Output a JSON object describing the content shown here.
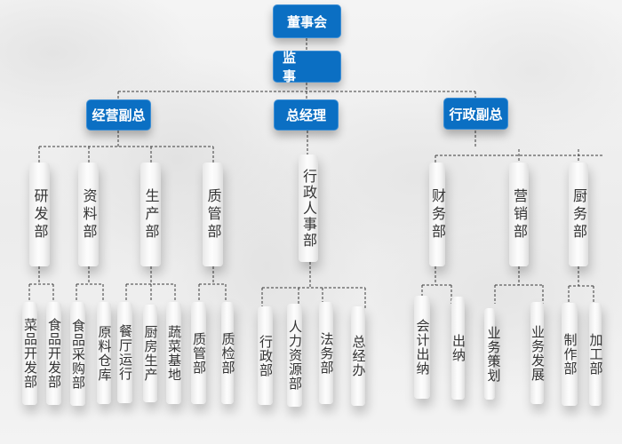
{
  "colors": {
    "accent_blue": "#0b6fc3",
    "node_text_dark": "#333333",
    "connector": "#333333",
    "background": "#eeeeee"
  },
  "chart": {
    "title": "",
    "level1": {
      "board": "董事会",
      "supervisor": "监 事"
    },
    "level2": {
      "left": "经营副总",
      "center": "总经理",
      "right": "行政副总"
    },
    "level3": {
      "left": [
        "研发部",
        "资料部",
        "生产部",
        "质管部"
      ],
      "center": [
        "行政人事部"
      ],
      "right": [
        "财务部",
        "营销部",
        "厨务部"
      ]
    },
    "level4": {
      "研发部": [
        "菜品开发部",
        "食品开发部"
      ],
      "资料部": [
        "食品采购部",
        "原料仓库"
      ],
      "生产部": [
        "餐厅运行",
        "厨房生产",
        "蔬菜基地"
      ],
      "质管部": [
        "质管部",
        "质检部"
      ],
      "行政人事部": [
        "行政部",
        "人力资源部",
        "法务部",
        "总经办"
      ],
      "财务部": [
        "会计出纳",
        "出纳"
      ],
      "营销部": [
        "业务策划",
        "业务发展"
      ],
      "厨务部": [
        "制作部",
        "加工部"
      ]
    }
  },
  "nodes": {
    "board": "董事会",
    "supervisor": "监 事",
    "vp_operations": "经营副总",
    "general_manager": "总经理",
    "vp_admin": "行政副总",
    "rd": "研发部",
    "materials": "资料部",
    "production": "生产部",
    "quality": "质管部",
    "admin_hr": "行政人事部",
    "finance": "财务部",
    "marketing": "营销部",
    "kitchen": "厨务部",
    "dish_dev": "菜品开发部",
    "food_dev": "食品开发部",
    "food_purchase": "食品采购部",
    "raw_warehouse": "原料仓库",
    "restaurant_ops": "餐厅运行",
    "kitchen_prod": "厨房生产",
    "veg_base": "蔬菜基地",
    "quality_mgmt": "质管部",
    "quality_check": "质检部",
    "admin_dept": "行政部",
    "hr_dept": "人力资源部",
    "legal_dept": "法务部",
    "gm_office": "总经办",
    "accounting_cashier": "会计出纳",
    "cashier": "出纳",
    "biz_planning": "业务策划",
    "biz_development": "业务发展",
    "making_dept": "制作部",
    "processing_dept": "加工部"
  }
}
